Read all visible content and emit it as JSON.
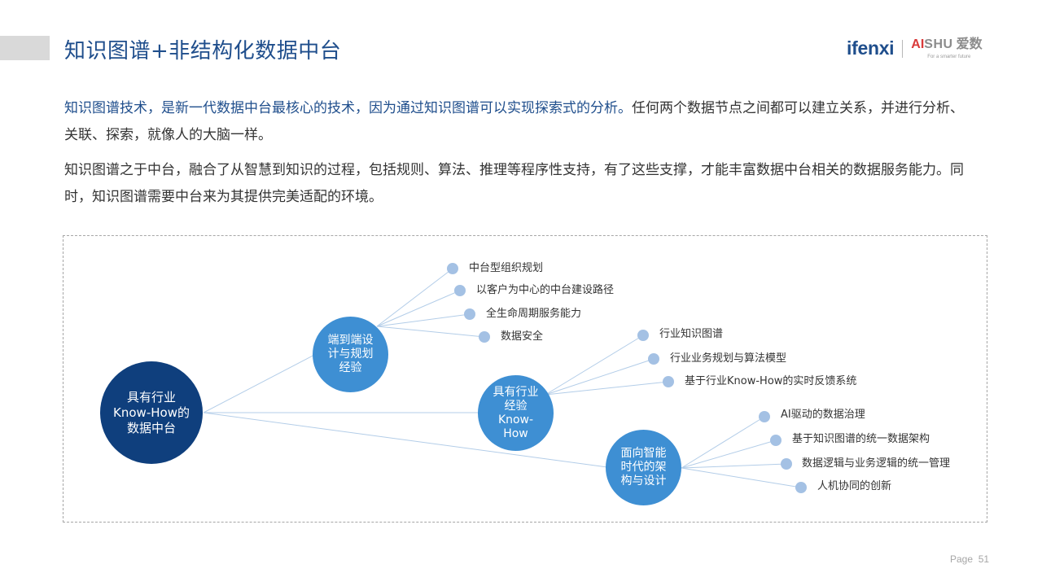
{
  "header": {
    "title": "知识图谱+非结构化数据中台"
  },
  "logos": {
    "ifenxi": "ifenxi",
    "aishu_ai": "AI",
    "aishu_shu": "SHU",
    "aishu_cn": "爱数",
    "aishu_tagline": "For a smarter future"
  },
  "intro": {
    "p1_highlight": "知识图谱技术，是新一代数据中台最核心的技术，因为通过知识图谱可以实现探索式的分析。",
    "p1_rest": "任何两个数据节点之间都可以建立关系，并进行分析、关联、探索，就像人的大脑一样。",
    "p2": "知识图谱之于中台，融合了从智慧到知识的过程，包括规则、算法、推理等程序性支持，有了这些支撑，才能丰富数据中台相关的数据服务能力。同时，知识图谱需要中台来为其提供完美适配的环境。"
  },
  "diagram": {
    "root": "具有行业Know-How的数据中台",
    "branches": [
      {
        "label": "端到端设计与规划经验",
        "leaves": [
          "中台型组织规划",
          "以客户为中心的中台建设路径",
          "全生命周期服务能力",
          "数据安全"
        ]
      },
      {
        "label": "具有行业经验Know-How",
        "leaves": [
          "行业知识图谱",
          "行业业务规划与算法模型",
          "基于行业Know-How的实时反馈系统"
        ]
      },
      {
        "label": "面向智能时代的架构与设计",
        "leaves": [
          "AI驱动的数据治理",
          "基于知识图谱的统一数据架构",
          "数据逻辑与业务逻辑的统一管理",
          "人机协同的创新"
        ]
      }
    ]
  },
  "footer": {
    "page_label": "Page",
    "page_number": "51"
  },
  "colors": {
    "title_blue": "#1f4e8c",
    "root_node": "#0f3f7d",
    "branch_node": "#3e8fd3",
    "leaf_dot": "#a4c1e4",
    "connector": "#b3cde8"
  }
}
